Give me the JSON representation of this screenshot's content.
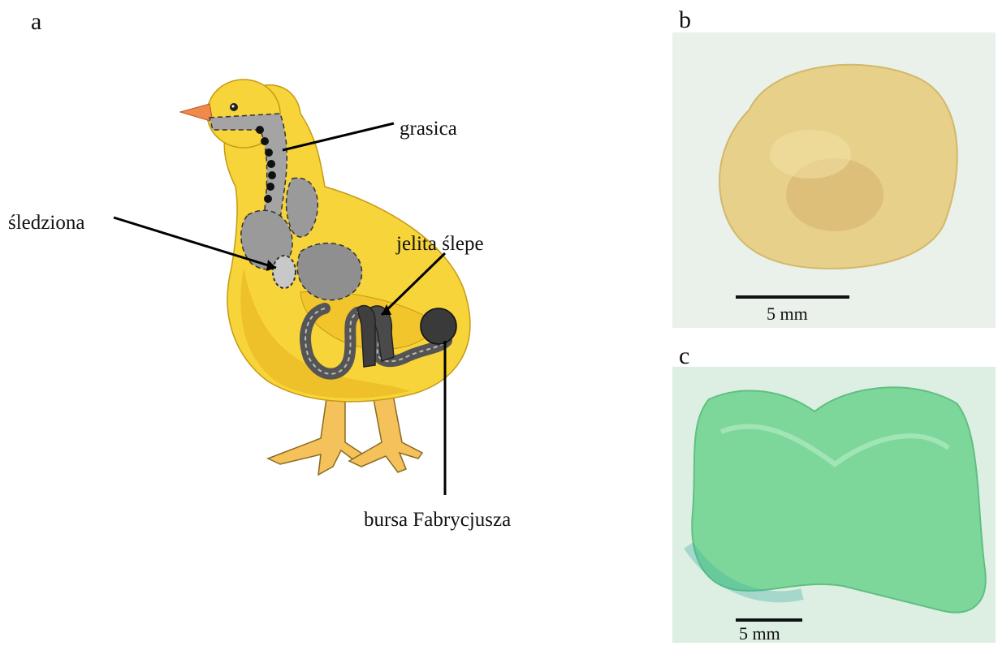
{
  "panels": {
    "a": {
      "letter": "a",
      "labels": {
        "thymus": "grasica",
        "spleen": "śledziona",
        "ceca": "jelita ślepe",
        "bursa": "bursa Fabrycjusza"
      }
    },
    "b": {
      "letter": "b",
      "scale_label": "5 mm"
    },
    "c": {
      "letter": "c",
      "scale_label": "5 mm"
    }
  },
  "colors": {
    "chick_body": "#f7d43a",
    "chick_shadow": "#e8b320",
    "organ_gray": "#9a9a9a",
    "organ_dark": "#555555",
    "beak": "#f08a4b",
    "legs": "#f4c15a",
    "tissue_b": "#e7d08a",
    "bg_b": "#dfeff0",
    "tissue_c": "#7ed79a",
    "bg_c": "#d9efe0"
  }
}
